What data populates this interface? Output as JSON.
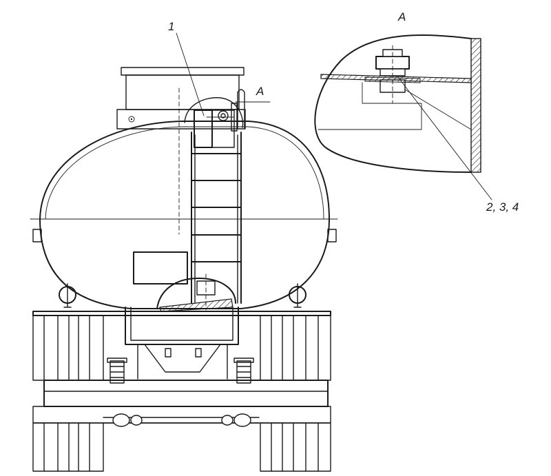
{
  "labels": {
    "view_letter": "А",
    "callout_view": "А",
    "callout_part1": "1",
    "callout_parts": "2, 3, 4"
  },
  "colors": {
    "line": "#1a1a1a",
    "background": "#ffffff"
  }
}
